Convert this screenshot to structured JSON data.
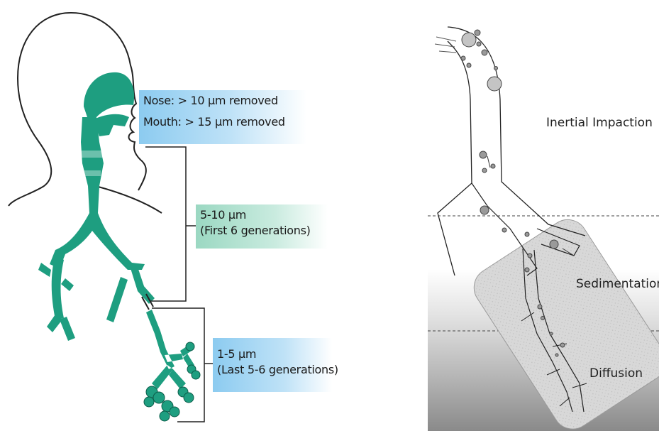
{
  "left_diagram": {
    "nose_line": "Nose: > 10 µm removed",
    "mouth_line": "Mouth: > 15 µm removed",
    "mid_size": "5-10 µm",
    "mid_gen": "(First 6 generations)",
    "low_size": "1-5 µm",
    "low_gen": "(Last 5-6 generations)"
  },
  "right_diagram": {
    "zone_inertial": "Inertial Impaction",
    "zone_sedimentation": "Sedimentation",
    "zone_diffusion": "Diffusion"
  },
  "colors": {
    "airway_green": "#1e9e80",
    "nose_box": "#8ccbf0",
    "mid_box": "#9bd8c2",
    "low_box": "#8ccbf0"
  }
}
